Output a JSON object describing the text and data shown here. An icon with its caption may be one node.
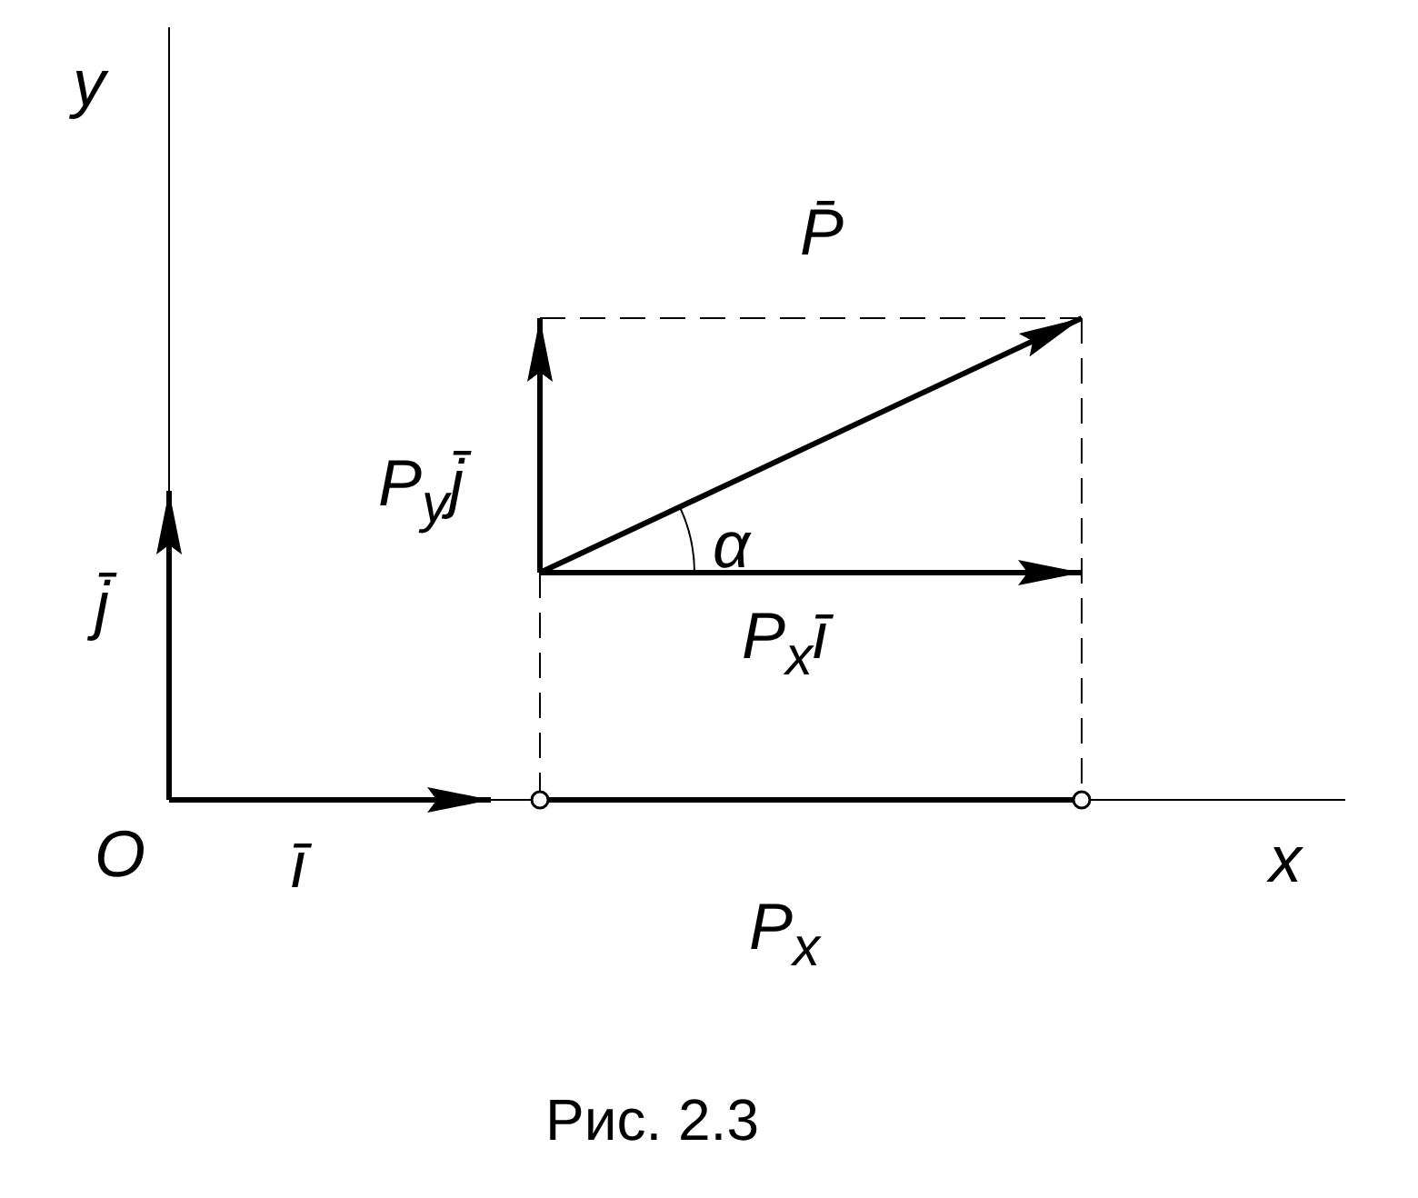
{
  "diagram": {
    "caption": "Рис. 2.3",
    "labels": [
      "y",
      "P̄",
      "P$_{y}$j̄",
      "α",
      "j̄",
      "P$_{x}$ī",
      "O",
      "ī",
      "x",
      "P$_{x}$"
    ]
  }
}
